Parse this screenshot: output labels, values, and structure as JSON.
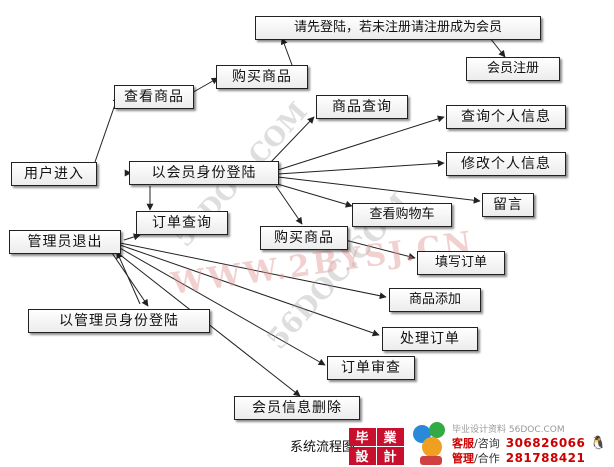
{
  "nodes": {
    "user_enter": "用户进入",
    "view_goods": "查看商品",
    "buy_goods_top": "购买商品",
    "login_prompt": "请先登陆，若未注册请注册成为会员",
    "member_register": "会员注册",
    "member_login": "以会员身份登陆",
    "goods_query": "商品查询",
    "query_personal_info": "查询个人信息",
    "modify_personal_info": "修改个人信息",
    "leave_message": "留言",
    "view_cart": "查看购物车",
    "order_query": "订单查询",
    "buy_goods": "购买商品",
    "fill_order": "填写订单",
    "admin_exit": "管理员退出",
    "add_goods": "商品添加",
    "admin_login": "以管理员身份登陆",
    "process_order": "处理订单",
    "review_order": "订单审查",
    "delete_member_info": "会员信息删除"
  },
  "watermarks": {
    "main": "WWW.2BYSJ.CN",
    "diag1": "56DOC.COM",
    "diag2": "56DOC.COM"
  },
  "caption": "系统流程图",
  "branding": {
    "logo_text": "毕業設計",
    "site_line": "毕业设计资料 56DOC.COM",
    "service_label": "客服",
    "service_suffix": "/咨询",
    "service_number": "306826066",
    "manage_label": "管理",
    "manage_suffix": "/合作",
    "manage_number": "281788421"
  },
  "colors": {
    "edge": "#222222",
    "logo_red": "#c8102e",
    "watermark_pink": "#e09696"
  }
}
